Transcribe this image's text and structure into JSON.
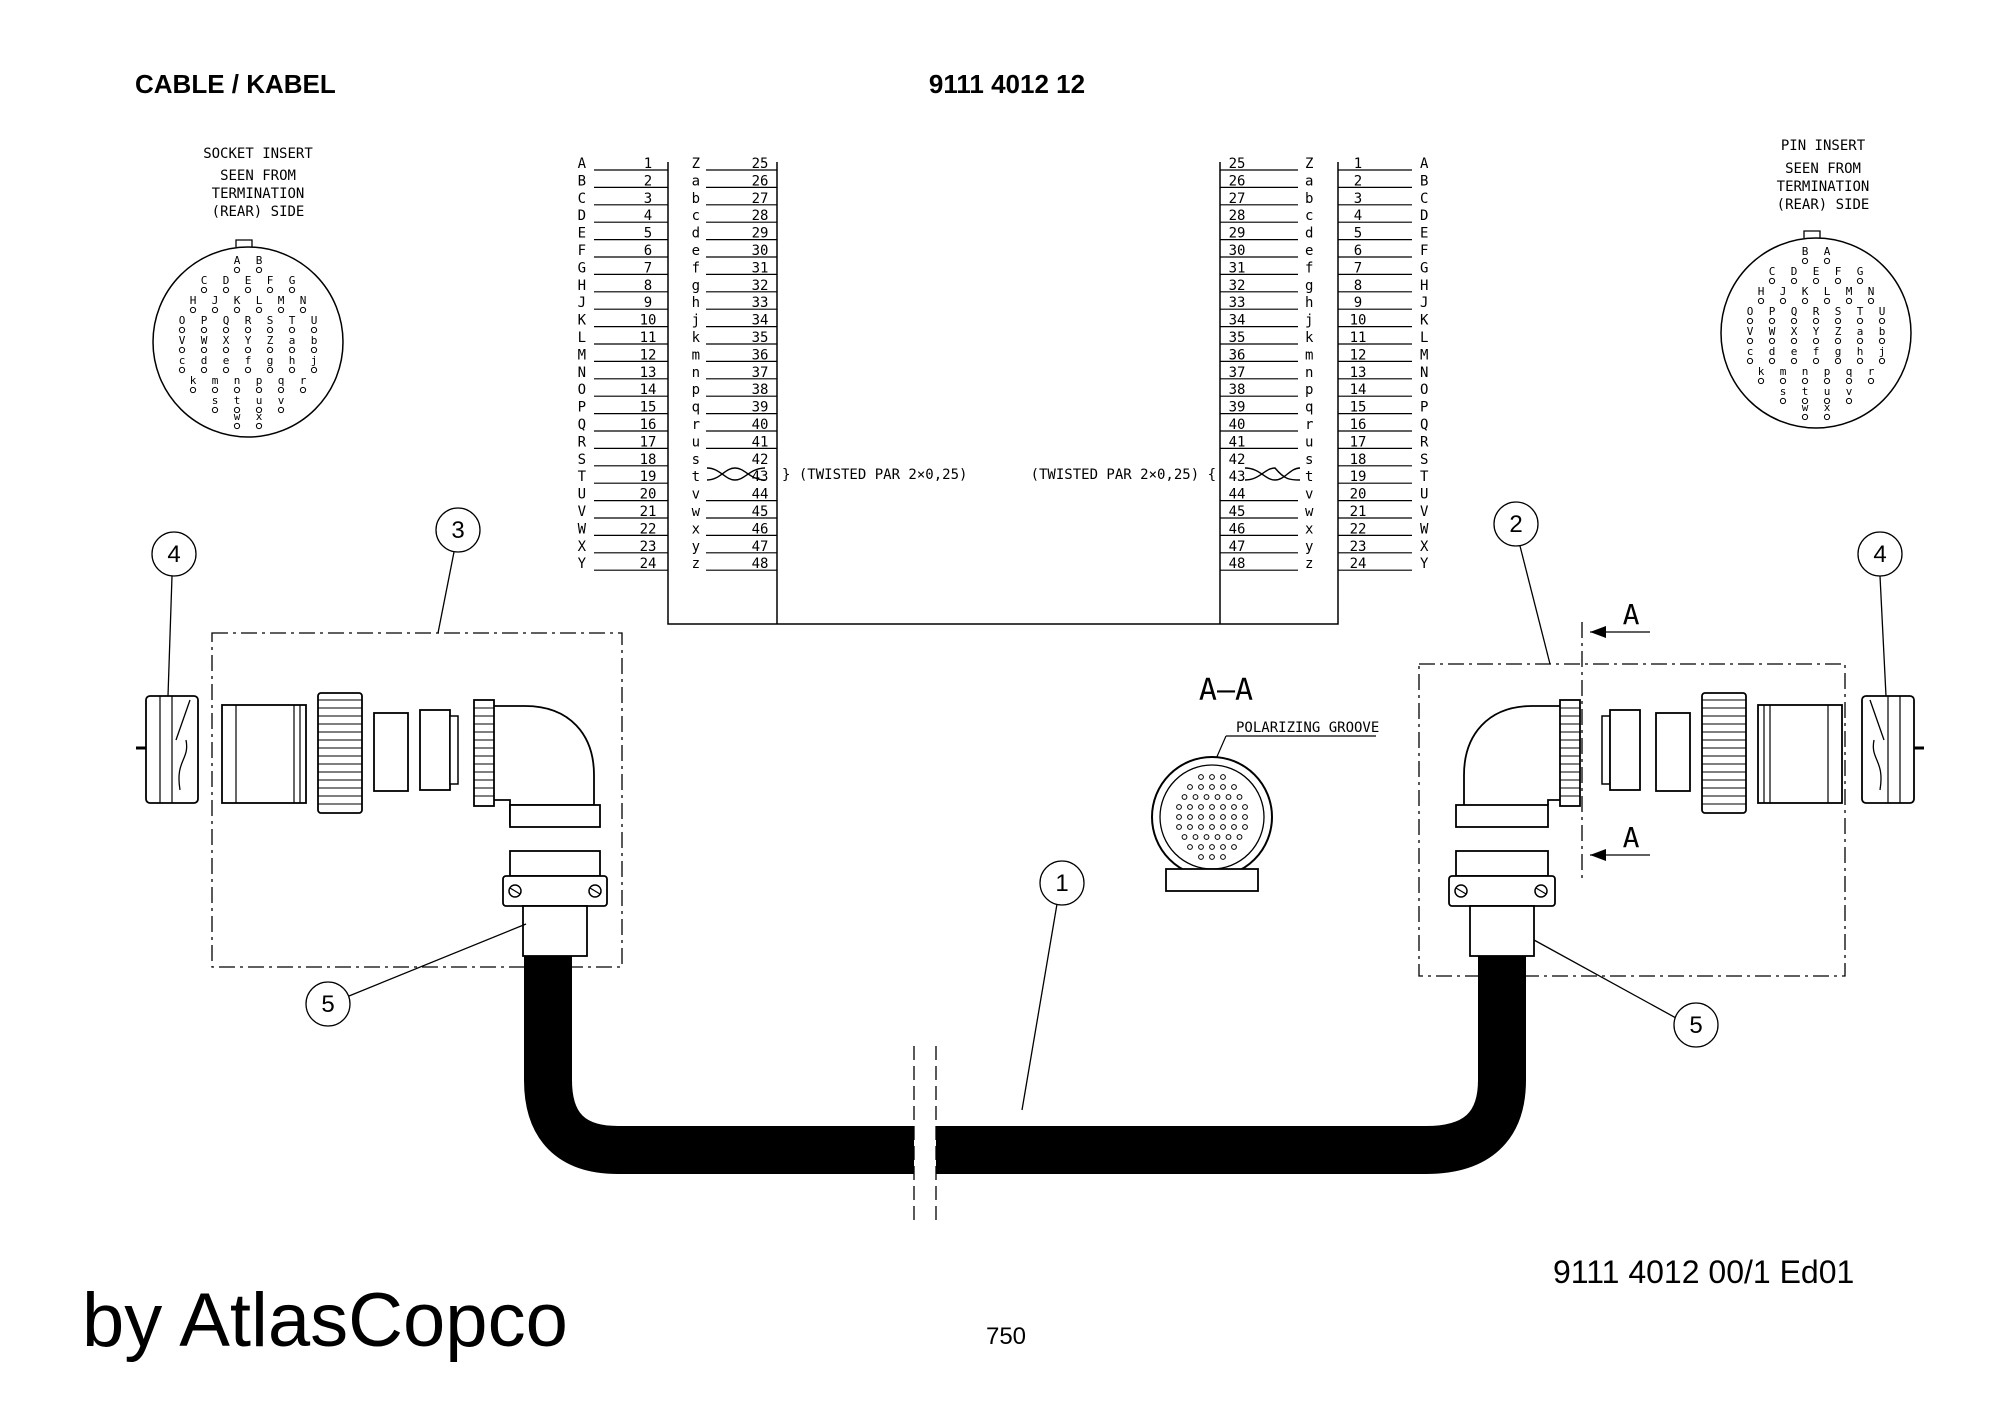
{
  "header": {
    "left_title": "CABLE / KABEL",
    "part_number": "9111 4012 12"
  },
  "left_insert": {
    "lines": [
      "SOCKET INSERT",
      "SEEN FROM",
      "TERMINATION",
      "(REAR) SIDE"
    ],
    "letters": [
      "A",
      "B",
      "C",
      "D",
      "E",
      "F",
      "G",
      "H",
      "J",
      "K",
      "L",
      "M",
      "N",
      "O",
      "P",
      "Q",
      "R",
      "S",
      "T",
      "U",
      "V",
      "W",
      "X",
      "Y",
      "Z",
      "a",
      "b",
      "c",
      "d",
      "e",
      "f",
      "g",
      "h",
      "j",
      "k",
      "m",
      "n",
      "p",
      "q",
      "r",
      "s",
      "t",
      "u",
      "v",
      "w",
      "x",
      "y",
      "z"
    ]
  },
  "right_insert": {
    "lines": [
      "PIN INSERT",
      "SEEN FROM",
      "TERMINATION",
      "(REAR) SIDE"
    ],
    "letters": [
      "B",
      "A",
      "C",
      "D",
      "E",
      "F",
      "G",
      "H",
      "J",
      "K",
      "L",
      "M",
      "N",
      "O",
      "P",
      "Q",
      "R",
      "S",
      "T",
      "U",
      "V",
      "W",
      "X",
      "Y",
      "Z",
      "a",
      "b",
      "c",
      "d",
      "e",
      "f",
      "g",
      "h",
      "j",
      "k",
      "m",
      "n",
      "p",
      "q",
      "r",
      "s",
      "t",
      "u",
      "v",
      "w",
      "x",
      "y",
      "z"
    ]
  },
  "wiring": {
    "upper_letters": [
      "A",
      "B",
      "C",
      "D",
      "E",
      "F",
      "G",
      "H",
      "J",
      "K",
      "L",
      "M",
      "N",
      "O",
      "P",
      "Q",
      "R",
      "S",
      "T",
      "U",
      "V",
      "W",
      "X",
      "Y"
    ],
    "lower_letters": [
      "Z",
      "a",
      "b",
      "c",
      "d",
      "e",
      "f",
      "g",
      "h",
      "j",
      "k",
      "m",
      "n",
      "p",
      "q",
      "r",
      "u",
      "s",
      "t",
      "v",
      "w",
      "x",
      "y",
      "z"
    ],
    "upper_numbers": [
      "1",
      "2",
      "3",
      "4",
      "5",
      "6",
      "7",
      "8",
      "9",
      "10",
      "11",
      "12",
      "13",
      "14",
      "15",
      "16",
      "17",
      "18",
      "19",
      "20",
      "21",
      "22",
      "23",
      "24"
    ],
    "lower_numbers": [
      "25",
      "26",
      "27",
      "28",
      "29",
      "30",
      "31",
      "32",
      "33",
      "34",
      "35",
      "36",
      "37",
      "38",
      "39",
      "40",
      "41",
      "42",
      "43",
      "44",
      "45",
      "46",
      "47",
      "48"
    ],
    "twisted_left": "} (TWISTED PAR 2×0,25)",
    "twisted_right": "(TWISTED PAR 2×0,25) {"
  },
  "section": {
    "label": "A–A",
    "note": "POLARIZING GROOVE",
    "marker": "A"
  },
  "callouts": [
    "1",
    "2",
    "3",
    "4",
    "5"
  ],
  "footer": {
    "doc_number": "9111 4012 00/1  Ed01",
    "brand": "by AtlasCopco",
    "page": "750"
  }
}
